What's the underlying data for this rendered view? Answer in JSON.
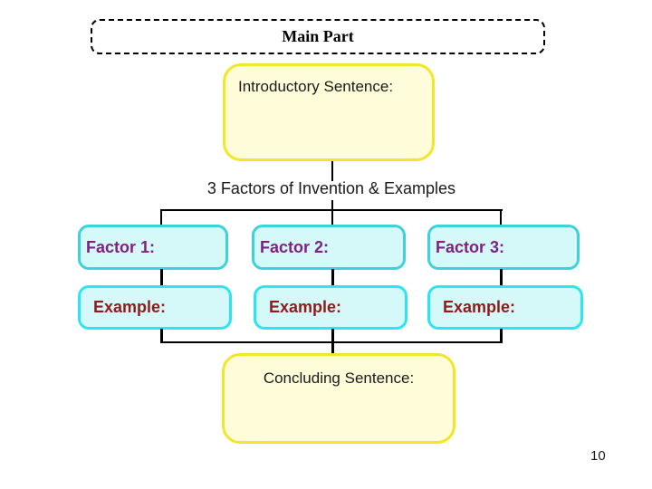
{
  "colors": {
    "yellow_fill": "#fefcd9",
    "yellow_border": "#f2e62b",
    "cyan_fill": "#d5f8f8",
    "factor_border": "#3ed1db",
    "example_border": "#2be4f4",
    "factor_text": "#7e2183",
    "example_text": "#8e1c1c",
    "line": "#000000"
  },
  "main_part": {
    "label": "Main Part"
  },
  "intro_box": {
    "label": "Introductory Sentence:"
  },
  "branch_label": "3 Factors of Invention & Examples",
  "factors": [
    {
      "label": "Factor 1:"
    },
    {
      "label": "Factor 2:"
    },
    {
      "label": "Factor 3:"
    }
  ],
  "examples": [
    {
      "label": "Example:"
    },
    {
      "label": "Example:"
    },
    {
      "label": "Example:"
    }
  ],
  "concluding_box": {
    "label": "Concluding Sentence:"
  },
  "page": {
    "number": "10"
  }
}
